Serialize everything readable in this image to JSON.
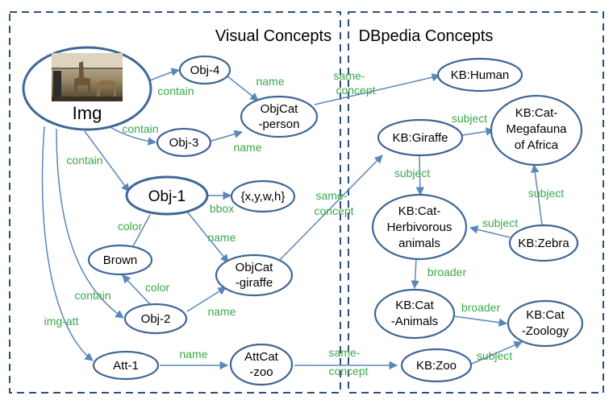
{
  "regions": {
    "visual": "Visual Concepts",
    "dbpedia": "DBpedia Concepts"
  },
  "nodes": {
    "img": "Img",
    "obj4": "Obj-4",
    "obj3": "Obj-3",
    "objcat_person": [
      "ObjCat",
      "-person"
    ],
    "obj1": "Obj-1",
    "bbox": "{x,y,w,h}",
    "brown": "Brown",
    "objcat_giraffe": [
      "ObjCat",
      "-giraffe"
    ],
    "obj2": "Obj-2",
    "att1": "Att-1",
    "attcat_zoo": [
      "AttCat",
      "-zoo"
    ],
    "kb_human": "KB:Human",
    "kb_giraffe": "KB:Giraffe",
    "kb_megafauna": [
      "KB:Cat-",
      "Megafauna",
      "of Africa"
    ],
    "kb_herbivorous": [
      "KB:Cat-",
      "Herbivorous",
      "animals"
    ],
    "kb_zebra": "KB:Zebra",
    "kb_animals": [
      "KB:Cat",
      "-Animals"
    ],
    "kb_zoology": [
      "KB:Cat",
      "-Zoology"
    ],
    "kb_zoo": "KB:Zoo"
  },
  "edges": {
    "img_obj4": "contain",
    "img_obj3": "contain",
    "img_obj1": "contain",
    "img_obj2": "contain",
    "img_att1": "img-att",
    "obj4_person": "name",
    "obj3_person": "name",
    "person_human": [
      "same-",
      "concept"
    ],
    "obj1_bbox": "bbox",
    "obj1_brown": "color",
    "obj1_giraffe": "name",
    "obj2_brown": "color",
    "obj2_giraffe": "name",
    "giraffe_kbgiraffe": [
      "same-",
      "concept"
    ],
    "att1_zoo": "name",
    "zoo_kbzoo": [
      "same-",
      "concept"
    ],
    "kbgiraffe_megafauna": "subject",
    "kbgiraffe_herbivorous": "subject",
    "zebra_megafauna": "subject",
    "zebra_herbivorous": "subject",
    "herbivorous_animals": "broader",
    "animals_zoology": "broader",
    "kbzoo_zoology": "subject"
  }
}
